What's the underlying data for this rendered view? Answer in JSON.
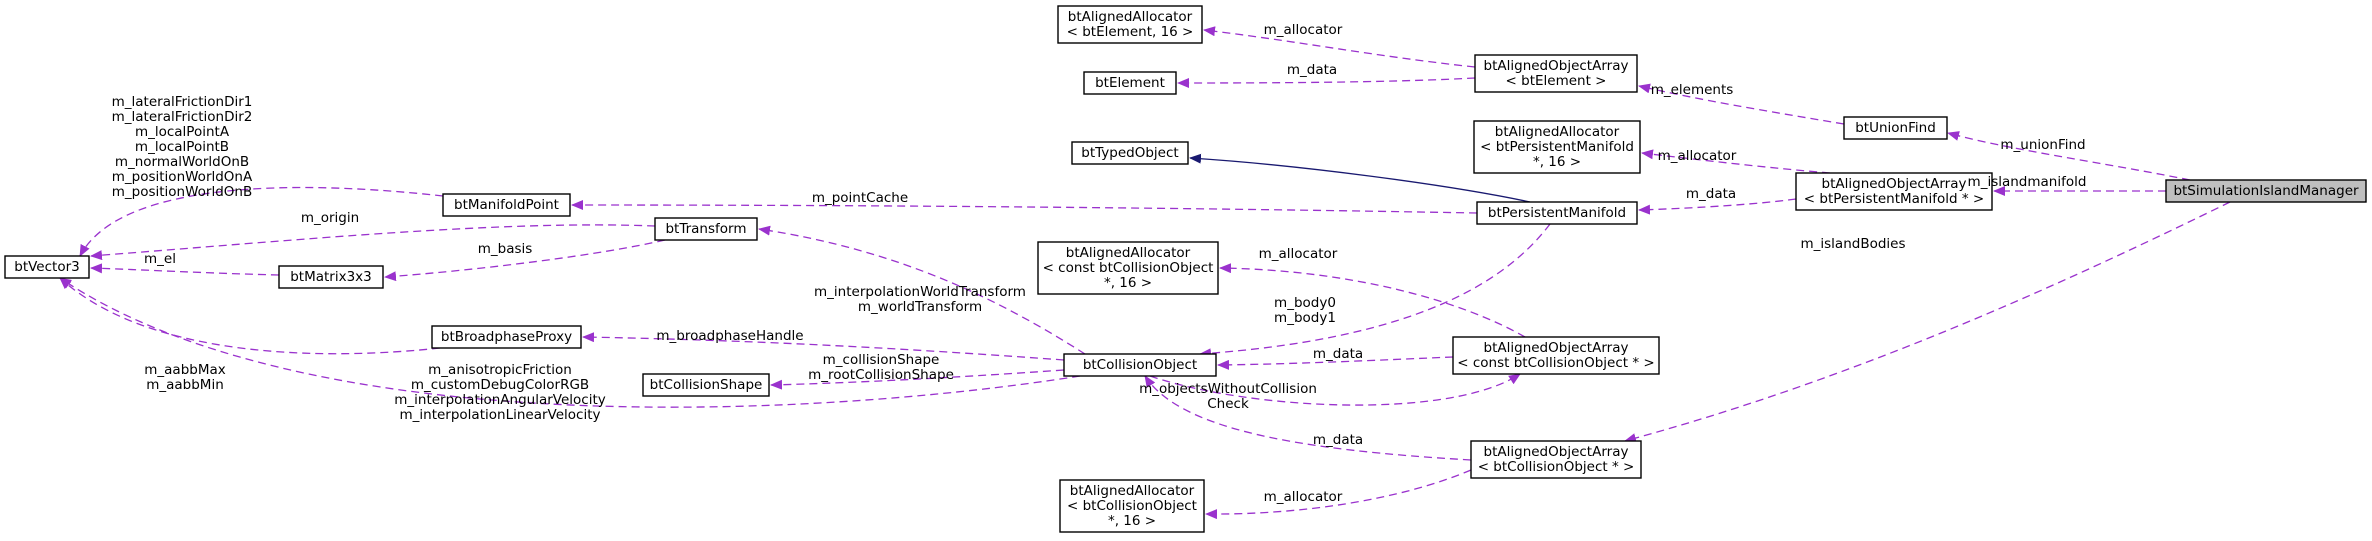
{
  "colors": {
    "usage": "#9a32cd",
    "inheritance": "#191970",
    "highlight_fill": "#bfbfbf"
  },
  "nodes": [
    {
      "id": "simMgr",
      "lines": [
        "btSimulationIslandManager"
      ],
      "highlight": true
    },
    {
      "id": "aoaPersMan",
      "lines": [
        "btAlignedObjectArray",
        "< btPersistentManifold * >"
      ]
    },
    {
      "id": "unionFind",
      "lines": [
        "btUnionFind"
      ]
    },
    {
      "id": "aoaElement",
      "lines": [
        "btAlignedObjectArray",
        "< btElement >"
      ]
    },
    {
      "id": "allocElement",
      "lines": [
        "btAlignedAllocator",
        "< btElement, 16 >"
      ]
    },
    {
      "id": "element",
      "lines": [
        "btElement"
      ]
    },
    {
      "id": "allocPersMan",
      "lines": [
        "btAlignedAllocator",
        "< btPersistentManifold",
        "*, 16 >"
      ]
    },
    {
      "id": "persMan",
      "lines": [
        "btPersistentManifold"
      ]
    },
    {
      "id": "typedObj",
      "lines": [
        "btTypedObject"
      ]
    },
    {
      "id": "manPoint",
      "lines": [
        "btManifoldPoint"
      ]
    },
    {
      "id": "vector3",
      "lines": [
        "btVector3"
      ]
    },
    {
      "id": "transform",
      "lines": [
        "btTransform"
      ]
    },
    {
      "id": "matrix3",
      "lines": [
        "btMatrix3x3"
      ]
    },
    {
      "id": "bpProxy",
      "lines": [
        "btBroadphaseProxy"
      ]
    },
    {
      "id": "collShape",
      "lines": [
        "btCollisionShape"
      ]
    },
    {
      "id": "collObj",
      "lines": [
        "btCollisionObject"
      ]
    },
    {
      "id": "allocConstCO",
      "lines": [
        "btAlignedAllocator",
        "< const btCollisionObject",
        "*, 16 >"
      ]
    },
    {
      "id": "aoaConstCO",
      "lines": [
        "btAlignedObjectArray",
        "< const btCollisionObject * >"
      ]
    },
    {
      "id": "aoaCO",
      "lines": [
        "btAlignedObjectArray",
        "< btCollisionObject * >"
      ]
    },
    {
      "id": "allocCO",
      "lines": [
        "btAlignedAllocator",
        "< btCollisionObject",
        "*, 16 >"
      ]
    }
  ],
  "edges": [
    {
      "id": "e-unionfind",
      "from": "simMgr",
      "to": "unionFind",
      "kind": "usage",
      "labels": [
        "m_unionFind"
      ]
    },
    {
      "id": "e-islandmanifold",
      "from": "simMgr",
      "to": "aoaPersMan",
      "kind": "usage",
      "labels": [
        "m_islandmanifold"
      ]
    },
    {
      "id": "e-islandbodies",
      "from": "simMgr",
      "to": "aoaCO",
      "kind": "usage",
      "labels": [
        "m_islandBodies"
      ]
    },
    {
      "id": "e-elements",
      "from": "unionFind",
      "to": "aoaElement",
      "kind": "usage",
      "labels": [
        "m_elements"
      ]
    },
    {
      "id": "e-alloc-element",
      "from": "aoaElement",
      "to": "allocElement",
      "kind": "usage",
      "labels": [
        "m_allocator"
      ]
    },
    {
      "id": "e-data-element",
      "from": "aoaElement",
      "to": "element",
      "kind": "usage",
      "labels": [
        "m_data"
      ]
    },
    {
      "id": "e-alloc-persman",
      "from": "aoaPersMan",
      "to": "allocPersMan",
      "kind": "usage",
      "labels": [
        "m_allocator"
      ]
    },
    {
      "id": "e-data-persman",
      "from": "aoaPersMan",
      "to": "persMan",
      "kind": "usage",
      "labels": [
        "m_data"
      ]
    },
    {
      "id": "e-inherit-typed",
      "from": "persMan",
      "to": "typedObj",
      "kind": "inheritance",
      "labels": []
    },
    {
      "id": "e-pointcache",
      "from": "persMan",
      "to": "manPoint",
      "kind": "usage",
      "labels": [
        "m_pointCache"
      ]
    },
    {
      "id": "e-body",
      "from": "persMan",
      "to": "collObj",
      "kind": "usage",
      "labels": [
        "m_body0",
        "m_body1"
      ]
    },
    {
      "id": "e-mp-vec",
      "from": "manPoint",
      "to": "vector3",
      "kind": "usage",
      "labels": [
        "m_lateralFrictionDir1",
        "m_lateralFrictionDir2",
        "m_localPointA",
        "m_localPointB",
        "m_normalWorldOnB",
        "m_positionWorldOnA",
        "m_positionWorldOnB"
      ]
    },
    {
      "id": "e-origin",
      "from": "transform",
      "to": "vector3",
      "kind": "usage",
      "labels": [
        "m_origin"
      ]
    },
    {
      "id": "e-basis",
      "from": "transform",
      "to": "matrix3",
      "kind": "usage",
      "labels": [
        "m_basis"
      ]
    },
    {
      "id": "e-el",
      "from": "matrix3",
      "to": "vector3",
      "kind": "usage",
      "labels": [
        "m_el"
      ]
    },
    {
      "id": "e-aabb",
      "from": "bpProxy",
      "to": "vector3",
      "kind": "usage",
      "labels": [
        "m_aabbMax",
        "m_aabbMin"
      ]
    },
    {
      "id": "e-co-vec",
      "from": "collObj",
      "to": "vector3",
      "kind": "usage",
      "labels": [
        "m_anisotropicFriction",
        "m_customDebugColorRGB",
        "m_interpolationAngularVelocity",
        "m_interpolationLinearVelocity"
      ]
    },
    {
      "id": "e-co-transform",
      "from": "collObj",
      "to": "transform",
      "kind": "usage",
      "labels": [
        "m_interpolationWorldTransform",
        "m_worldTransform"
      ]
    },
    {
      "id": "e-co-bp",
      "from": "collObj",
      "to": "bpProxy",
      "kind": "usage",
      "labels": [
        "m_broadphaseHandle"
      ]
    },
    {
      "id": "e-co-shape",
      "from": "collObj",
      "to": "collShape",
      "kind": "usage",
      "labels": [
        "m_collisionShape",
        "m_rootCollisionShape"
      ]
    },
    {
      "id": "e-co-aoaconst",
      "from": "collObj",
      "to": "aoaConstCO",
      "kind": "usage",
      "labels": [
        "m_objectsWithoutCollision",
        "Check"
      ]
    },
    {
      "id": "e-aoaconst-data",
      "from": "aoaConstCO",
      "to": "collObj",
      "kind": "usage",
      "labels": [
        "m_data"
      ]
    },
    {
      "id": "e-aoaconst-alloc",
      "from": "aoaConstCO",
      "to": "allocConstCO",
      "kind": "usage",
      "labels": [
        "m_allocator"
      ]
    },
    {
      "id": "e-aoaco-data",
      "from": "aoaCO",
      "to": "collObj",
      "kind": "usage",
      "labels": [
        "m_data"
      ]
    },
    {
      "id": "e-aoaco-alloc",
      "from": "aoaCO",
      "to": "allocCO",
      "kind": "usage",
      "labels": [
        "m_allocator"
      ]
    }
  ]
}
